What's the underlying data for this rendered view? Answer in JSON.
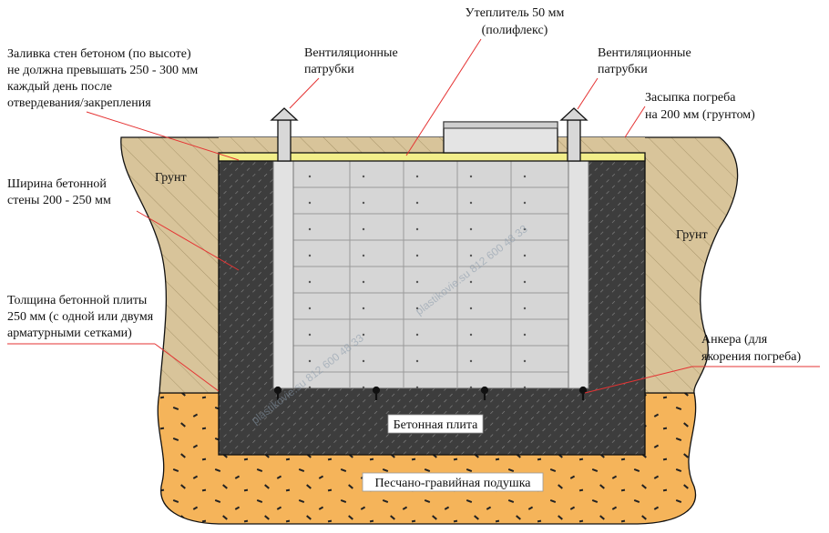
{
  "diagram": {
    "title": "",
    "labels": {
      "insulation": [
        "Утеплитель 50 мм",
        "(полифлекс)"
      ],
      "wall_pouring": [
        "Заливка стен бетоном (по высоте)",
        "не должна превышать 250 - 300 мм",
        "каждый день после",
        "отвердевания/закрепления"
      ],
      "vent_left": [
        "Вентиляционные",
        "патрубки"
      ],
      "vent_right": [
        "Вентиляционные",
        "патрубки"
      ],
      "backfill": [
        "Засыпка погреба",
        "на 200 мм (грунтом)"
      ],
      "soil_left": "Грунт",
      "soil_right": "Грунт",
      "wall_width": [
        "Ширина бетонной",
        "стены 200 - 250 мм"
      ],
      "slab_thickness": [
        "Толщина бетонной плиты",
        "250 мм (с одной или двумя",
        "арматурными сетками)"
      ],
      "anchors": [
        "Анкера (для",
        "якорения погреба)"
      ],
      "slab": "Бетонная плита",
      "cushion": "Песчано-гравийная подушка"
    },
    "watermark": [
      "plastikovie.su 812 600 48 33",
      "plastikovie.su 812 600 48 33"
    ],
    "colors": {
      "soil": "#d8c49a",
      "sand_cushion": "#f5b45a",
      "concrete": "#3d3d3d",
      "cellar_body": "#d6d6d6",
      "insulation": "#f2ee8a",
      "callout_line": "#e53333"
    }
  }
}
